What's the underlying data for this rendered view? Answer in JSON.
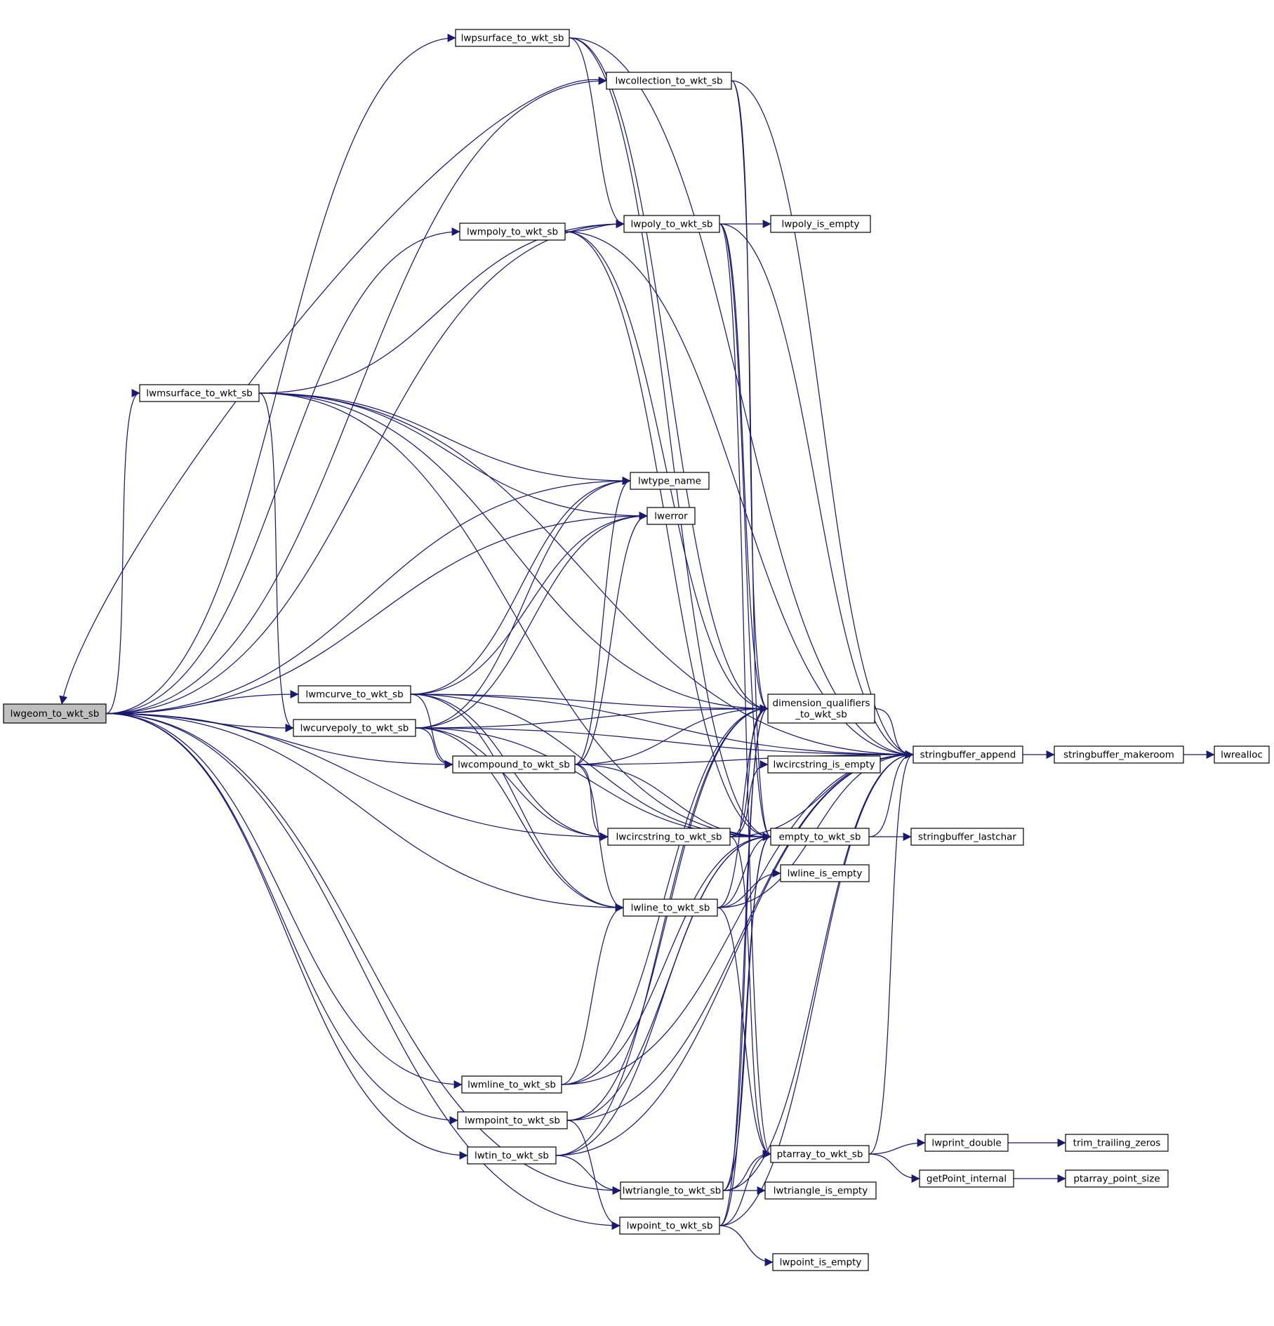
{
  "diagram": {
    "type": "call-graph",
    "root": "lwgeom_to_wkt_sb",
    "colors": {
      "edge": "#191970",
      "root_fill": "#bfbfbf",
      "node_fill": "#ffffff",
      "node_border": "#000000"
    },
    "nodes": [
      {
        "id": "lwgeom",
        "label": "lwgeom_to_wkt_sb",
        "root": true
      },
      {
        "id": "lwpsurface",
        "label": "lwpsurface_to_wkt_sb"
      },
      {
        "id": "lwcollection",
        "label": "lwcollection_to_wkt_sb"
      },
      {
        "id": "lwpoly",
        "label": "lwpoly_to_wkt_sb"
      },
      {
        "id": "lwpoly_empty",
        "label": "lwpoly_is_empty"
      },
      {
        "id": "lwmpoly",
        "label": "lwmpoly_to_wkt_sb"
      },
      {
        "id": "lwmsurface",
        "label": "lwmsurface_to_wkt_sb"
      },
      {
        "id": "lwtype_name",
        "label": "lwtype_name"
      },
      {
        "id": "lwerror",
        "label": "lwerror"
      },
      {
        "id": "lwmcurve",
        "label": "lwmcurve_to_wkt_sb"
      },
      {
        "id": "lwcurvepoly",
        "label": "lwcurvepoly_to_wkt_sb"
      },
      {
        "id": "dimq",
        "label": [
          "dimension_qualifiers",
          "_to_wkt_sb"
        ]
      },
      {
        "id": "sb_append",
        "label": "stringbuffer_append"
      },
      {
        "id": "sb_makeroom",
        "label": "stringbuffer_makeroom"
      },
      {
        "id": "lwrealloc",
        "label": "lwrealloc"
      },
      {
        "id": "lwcompound",
        "label": "lwcompound_to_wkt_sb"
      },
      {
        "id": "lwcirc_empty",
        "label": "lwcircstring_is_empty"
      },
      {
        "id": "lwcirc",
        "label": "lwcircstring_to_wkt_sb"
      },
      {
        "id": "empty",
        "label": "empty_to_wkt_sb"
      },
      {
        "id": "sb_lastchar",
        "label": "stringbuffer_lastchar"
      },
      {
        "id": "lwline_empty",
        "label": "lwline_is_empty"
      },
      {
        "id": "lwline",
        "label": "lwline_to_wkt_sb"
      },
      {
        "id": "lwmline",
        "label": "lwmline_to_wkt_sb"
      },
      {
        "id": "lwmpoint",
        "label": "lwmpoint_to_wkt_sb"
      },
      {
        "id": "lwprint_double",
        "label": "lwprint_double"
      },
      {
        "id": "trim",
        "label": "trim_trailing_zeros"
      },
      {
        "id": "lwtin",
        "label": "lwtin_to_wkt_sb"
      },
      {
        "id": "ptarray",
        "label": "ptarray_to_wkt_sb"
      },
      {
        "id": "getpoint",
        "label": "getPoint_internal"
      },
      {
        "id": "pt_size",
        "label": "ptarray_point_size"
      },
      {
        "id": "lwtriangle",
        "label": "lwtriangle_to_wkt_sb"
      },
      {
        "id": "lwtri_empty",
        "label": "lwtriangle_is_empty"
      },
      {
        "id": "lwpoint",
        "label": "lwpoint_to_wkt_sb"
      },
      {
        "id": "lwpoint_empty",
        "label": "lwpoint_is_empty"
      }
    ],
    "edges": [
      [
        "lwgeom",
        "lwpsurface"
      ],
      [
        "lwgeom",
        "lwcollection"
      ],
      [
        "lwgeom",
        "lwpoly"
      ],
      [
        "lwgeom",
        "lwmpoly"
      ],
      [
        "lwgeom",
        "lwmsurface"
      ],
      [
        "lwgeom",
        "lwtype_name"
      ],
      [
        "lwgeom",
        "lwerror"
      ],
      [
        "lwgeom",
        "lwmcurve"
      ],
      [
        "lwgeom",
        "lwcurvepoly"
      ],
      [
        "lwgeom",
        "lwcompound"
      ],
      [
        "lwgeom",
        "lwcirc"
      ],
      [
        "lwgeom",
        "lwline"
      ],
      [
        "lwgeom",
        "lwmline"
      ],
      [
        "lwgeom",
        "lwmpoint"
      ],
      [
        "lwgeom",
        "lwtin"
      ],
      [
        "lwgeom",
        "lwtriangle"
      ],
      [
        "lwgeom",
        "lwpoint"
      ],
      [
        "lwpsurface",
        "lwpoly"
      ],
      [
        "lwpsurface",
        "sb_append"
      ],
      [
        "lwpsurface",
        "dimq"
      ],
      [
        "lwpsurface",
        "empty"
      ],
      [
        "lwcollection",
        "lwgeom"
      ],
      [
        "lwcollection",
        "sb_append"
      ],
      [
        "lwcollection",
        "dimq"
      ],
      [
        "lwcollection",
        "empty"
      ],
      [
        "lwpoly",
        "lwpoly_empty"
      ],
      [
        "lwpoly",
        "sb_append"
      ],
      [
        "lwpoly",
        "dimq"
      ],
      [
        "lwpoly",
        "empty"
      ],
      [
        "lwpoly",
        "ptarray"
      ],
      [
        "lwmpoly",
        "lwpoly"
      ],
      [
        "lwmpoly",
        "sb_append"
      ],
      [
        "lwmpoly",
        "dimq"
      ],
      [
        "lwmpoly",
        "empty"
      ],
      [
        "lwmsurface",
        "lwpoly"
      ],
      [
        "lwmsurface",
        "lwcurvepoly"
      ],
      [
        "lwmsurface",
        "lwtype_name"
      ],
      [
        "lwmsurface",
        "lwerror"
      ],
      [
        "lwmsurface",
        "sb_append"
      ],
      [
        "lwmsurface",
        "dimq"
      ],
      [
        "lwmsurface",
        "empty"
      ],
      [
        "lwmcurve",
        "lwcompound"
      ],
      [
        "lwmcurve",
        "lwcirc"
      ],
      [
        "lwmcurve",
        "lwline"
      ],
      [
        "lwmcurve",
        "lwtype_name"
      ],
      [
        "lwmcurve",
        "lwerror"
      ],
      [
        "lwmcurve",
        "sb_append"
      ],
      [
        "lwmcurve",
        "dimq"
      ],
      [
        "lwmcurve",
        "empty"
      ],
      [
        "lwcurvepoly",
        "lwcompound"
      ],
      [
        "lwcurvepoly",
        "lwcirc"
      ],
      [
        "lwcurvepoly",
        "lwline"
      ],
      [
        "lwcurvepoly",
        "lwtype_name"
      ],
      [
        "lwcurvepoly",
        "lwerror"
      ],
      [
        "lwcurvepoly",
        "sb_append"
      ],
      [
        "lwcurvepoly",
        "dimq"
      ],
      [
        "lwcurvepoly",
        "empty"
      ],
      [
        "lwcompound",
        "lwcirc"
      ],
      [
        "lwcompound",
        "lwline"
      ],
      [
        "lwcompound",
        "lwtype_name"
      ],
      [
        "lwcompound",
        "lwerror"
      ],
      [
        "lwcompound",
        "sb_append"
      ],
      [
        "lwcompound",
        "dimq"
      ],
      [
        "lwcompound",
        "empty"
      ],
      [
        "lwcirc",
        "lwcirc_empty"
      ],
      [
        "lwcirc",
        "sb_append"
      ],
      [
        "lwcirc",
        "dimq"
      ],
      [
        "lwcirc",
        "empty"
      ],
      [
        "lwcirc",
        "ptarray"
      ],
      [
        "lwline",
        "lwline_empty"
      ],
      [
        "lwline",
        "sb_append"
      ],
      [
        "lwline",
        "dimq"
      ],
      [
        "lwline",
        "empty"
      ],
      [
        "lwline",
        "ptarray"
      ],
      [
        "lwmline",
        "lwline"
      ],
      [
        "lwmline",
        "sb_append"
      ],
      [
        "lwmline",
        "dimq"
      ],
      [
        "lwmline",
        "empty"
      ],
      [
        "lwmpoint",
        "lwpoint"
      ],
      [
        "lwmpoint",
        "sb_append"
      ],
      [
        "lwmpoint",
        "dimq"
      ],
      [
        "lwmpoint",
        "empty"
      ],
      [
        "lwtin",
        "lwtriangle"
      ],
      [
        "lwtin",
        "sb_append"
      ],
      [
        "lwtin",
        "dimq"
      ],
      [
        "lwtin",
        "empty"
      ],
      [
        "lwtriangle",
        "lwtri_empty"
      ],
      [
        "lwtriangle",
        "sb_append"
      ],
      [
        "lwtriangle",
        "dimq"
      ],
      [
        "lwtriangle",
        "empty"
      ],
      [
        "lwtriangle",
        "ptarray"
      ],
      [
        "lwpoint",
        "lwpoint_empty"
      ],
      [
        "lwpoint",
        "sb_append"
      ],
      [
        "lwpoint",
        "dimq"
      ],
      [
        "lwpoint",
        "empty"
      ],
      [
        "lwpoint",
        "ptarray"
      ],
      [
        "dimq",
        "sb_append"
      ],
      [
        "empty",
        "sb_append"
      ],
      [
        "empty",
        "sb_lastchar"
      ],
      [
        "sb_append",
        "sb_makeroom"
      ],
      [
        "sb_makeroom",
        "lwrealloc"
      ],
      [
        "ptarray",
        "sb_append"
      ],
      [
        "ptarray",
        "lwprint_double"
      ],
      [
        "ptarray",
        "getpoint"
      ],
      [
        "lwprint_double",
        "trim"
      ],
      [
        "getpoint",
        "pt_size"
      ]
    ]
  }
}
